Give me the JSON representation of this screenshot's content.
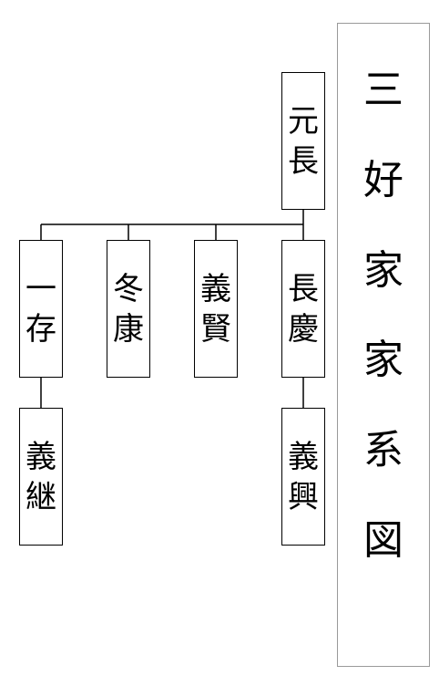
{
  "title": {
    "chars": [
      "三",
      "好",
      "家",
      "家",
      "系",
      "図"
    ]
  },
  "people": {
    "motonaga": [
      "元",
      "長"
    ],
    "kazumasa": [
      "一",
      "存"
    ],
    "fuyuyasu": [
      "冬",
      "康"
    ],
    "yoshikata": [
      "義",
      "賢"
    ],
    "nagayoshi": [
      "長",
      "慶"
    ],
    "yoshitsugu": [
      "義",
      "継"
    ],
    "yoshioki": [
      "義",
      "興"
    ]
  }
}
